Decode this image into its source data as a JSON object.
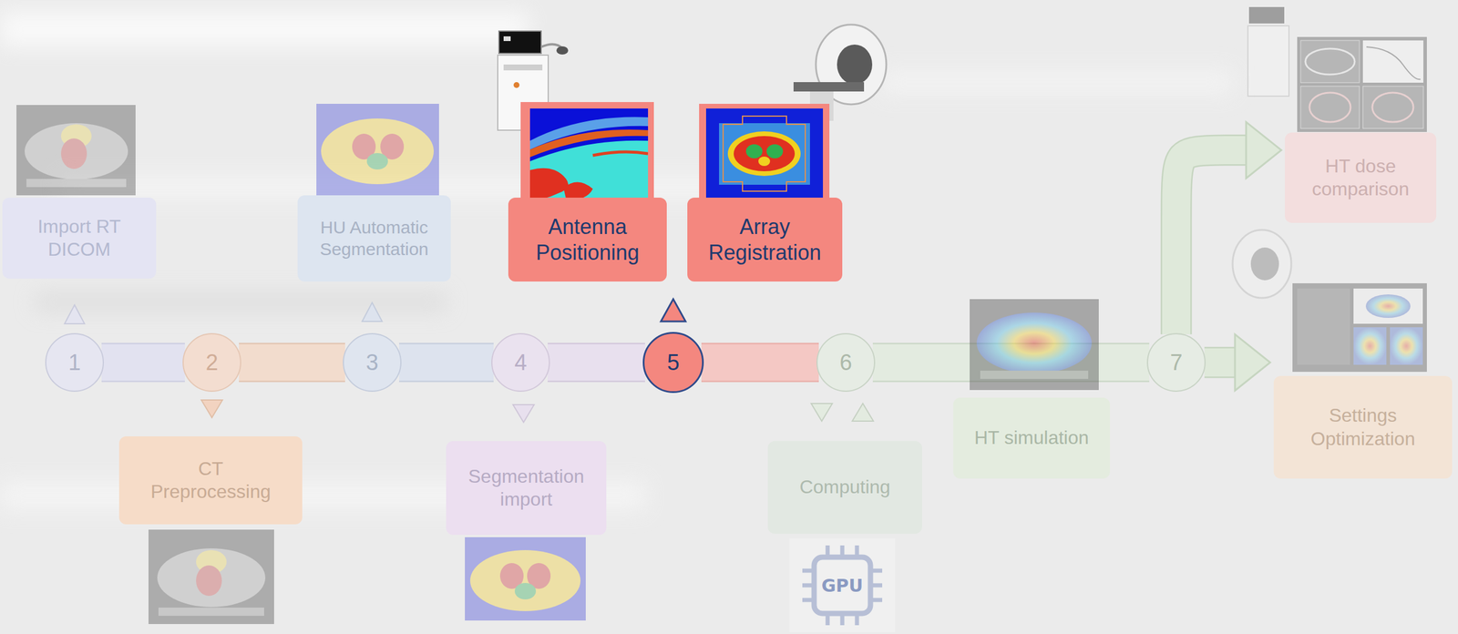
{
  "diagram": {
    "nodes": [
      {
        "text": [
          "1"
        ]
      },
      {
        "text": [
          "Import RT DICOM"
        ]
      },
      {
        "text": [
          "2"
        ]
      },
      {
        "text": [
          "CT Preprocessing"
        ]
      },
      {
        "text": [
          "3"
        ]
      },
      {
        "text": [
          "HU Automatic Segmentation"
        ]
      },
      {
        "text": [
          "4"
        ]
      },
      {
        "text": [
          "Segmentation import"
        ]
      },
      {
        "text": [
          "5"
        ]
      },
      {
        "text": [
          "Antenna Positioning"
        ]
      },
      {
        "text": [
          "Array Registration"
        ]
      },
      {
        "text": [
          "6"
        ]
      },
      {
        "text": [
          "Computing"
        ]
      },
      {
        "text": [
          "HT simulation"
        ]
      },
      {
        "text": [
          "7"
        ]
      },
      {
        "text": [
          "HT dose comparison"
        ]
      },
      {
        "text": [
          "Settings Optimization"
        ]
      }
    ],
    "edges": [
      {
        "from": 0,
        "to": 2,
        "arrow": "none"
      },
      {
        "from": 2,
        "to": 4,
        "arrow": "none"
      },
      {
        "from": 4,
        "to": 6,
        "arrow": "none"
      },
      {
        "from": 6,
        "to": 8,
        "arrow": "none"
      },
      {
        "from": 8,
        "to": 11,
        "arrow": "none"
      },
      {
        "from": 11,
        "to": 14,
        "arrow": "none"
      },
      {
        "from": 14,
        "to": 15,
        "arrow": "to"
      },
      {
        "from": 14,
        "to": 16,
        "arrow": "to"
      }
    ],
    "labels": [
      "GPU"
    ]
  }
}
